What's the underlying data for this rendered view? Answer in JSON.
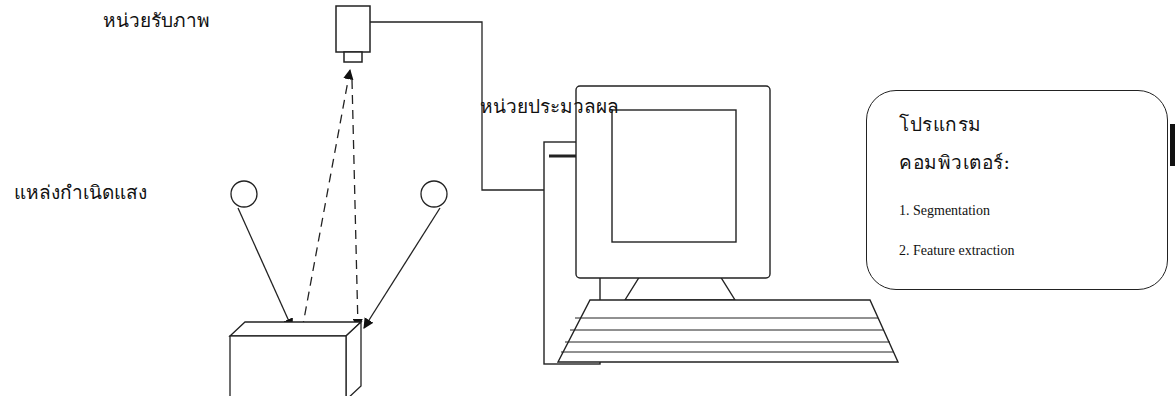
{
  "diagram": {
    "nodes": [
      {
        "text": [
          "โปรแกรม คอมพิวเตอร์:",
          "1. Segmentation",
          "2. Feature extraction"
        ]
      }
    ],
    "labels": [
      "หน่วยรับภาพ",
      "หน่วยประมวลผล",
      "แหล่งกำเนิดแสง"
    ]
  }
}
